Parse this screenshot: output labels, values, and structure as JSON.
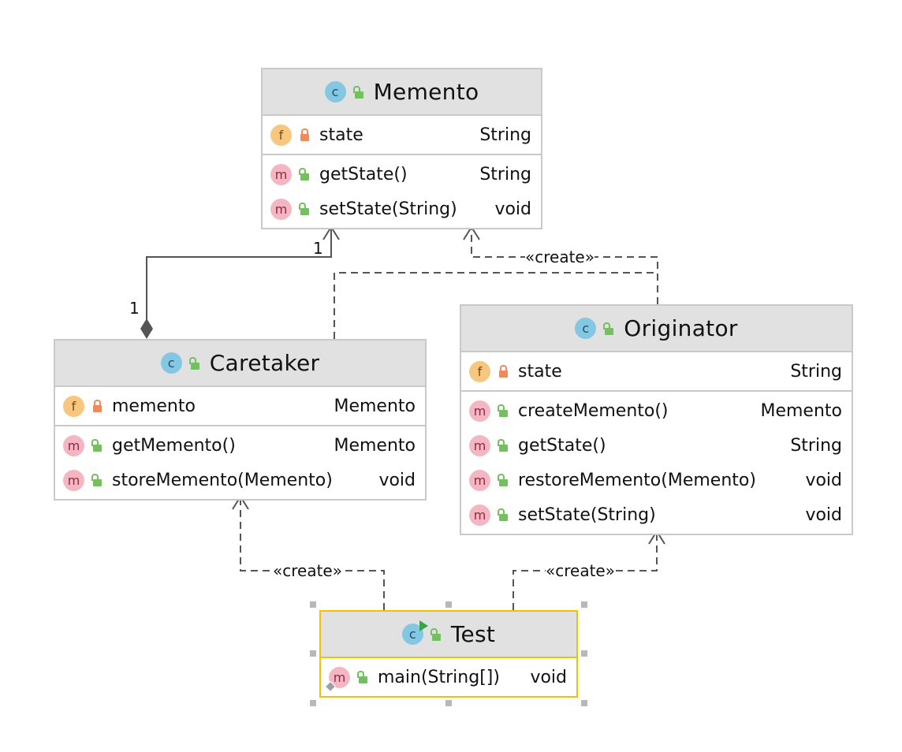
{
  "classes": {
    "memento": {
      "title": "Memento",
      "fields": [
        {
          "name": "state",
          "type": "String"
        }
      ],
      "methods": [
        {
          "name": "getState()",
          "type": "String"
        },
        {
          "name": "setState(String)",
          "type": "void"
        }
      ]
    },
    "caretaker": {
      "title": "Caretaker",
      "fields": [
        {
          "name": "memento",
          "type": "Memento"
        }
      ],
      "methods": [
        {
          "name": "getMemento()",
          "type": "Memento"
        },
        {
          "name": "storeMemento(Memento)",
          "type": "void"
        }
      ]
    },
    "originator": {
      "title": "Originator",
      "fields": [
        {
          "name": "state",
          "type": "String"
        }
      ],
      "methods": [
        {
          "name": "createMemento()",
          "type": "Memento"
        },
        {
          "name": "getState()",
          "type": "String"
        },
        {
          "name": "restoreMemento(Memento)",
          "type": "void"
        },
        {
          "name": "setState(String)",
          "type": "void"
        }
      ]
    },
    "test": {
      "title": "Test",
      "methods": [
        {
          "name": "main(String[])",
          "type": "void"
        }
      ]
    }
  },
  "icons": {
    "class_badge": "c",
    "field_badge": "f",
    "method_badge": "m"
  },
  "relations": {
    "composition_source_multiplicity": "1",
    "composition_target_multiplicity": "1",
    "create_label_originator_memento": "«create»",
    "create_label_test_caretaker": "«create»",
    "create_label_test_originator": "«create»"
  },
  "colors": {
    "header_bg": "#e1e1e1",
    "border": "#c9c9c9",
    "selection_border": "#f2c200",
    "line": "#555555",
    "class_badge": "#84c7e3",
    "field_badge": "#f7c77f",
    "method_badge": "#f5b6c3",
    "public_lock": "#74bf5f",
    "private_lock": "#f08a5d"
  }
}
